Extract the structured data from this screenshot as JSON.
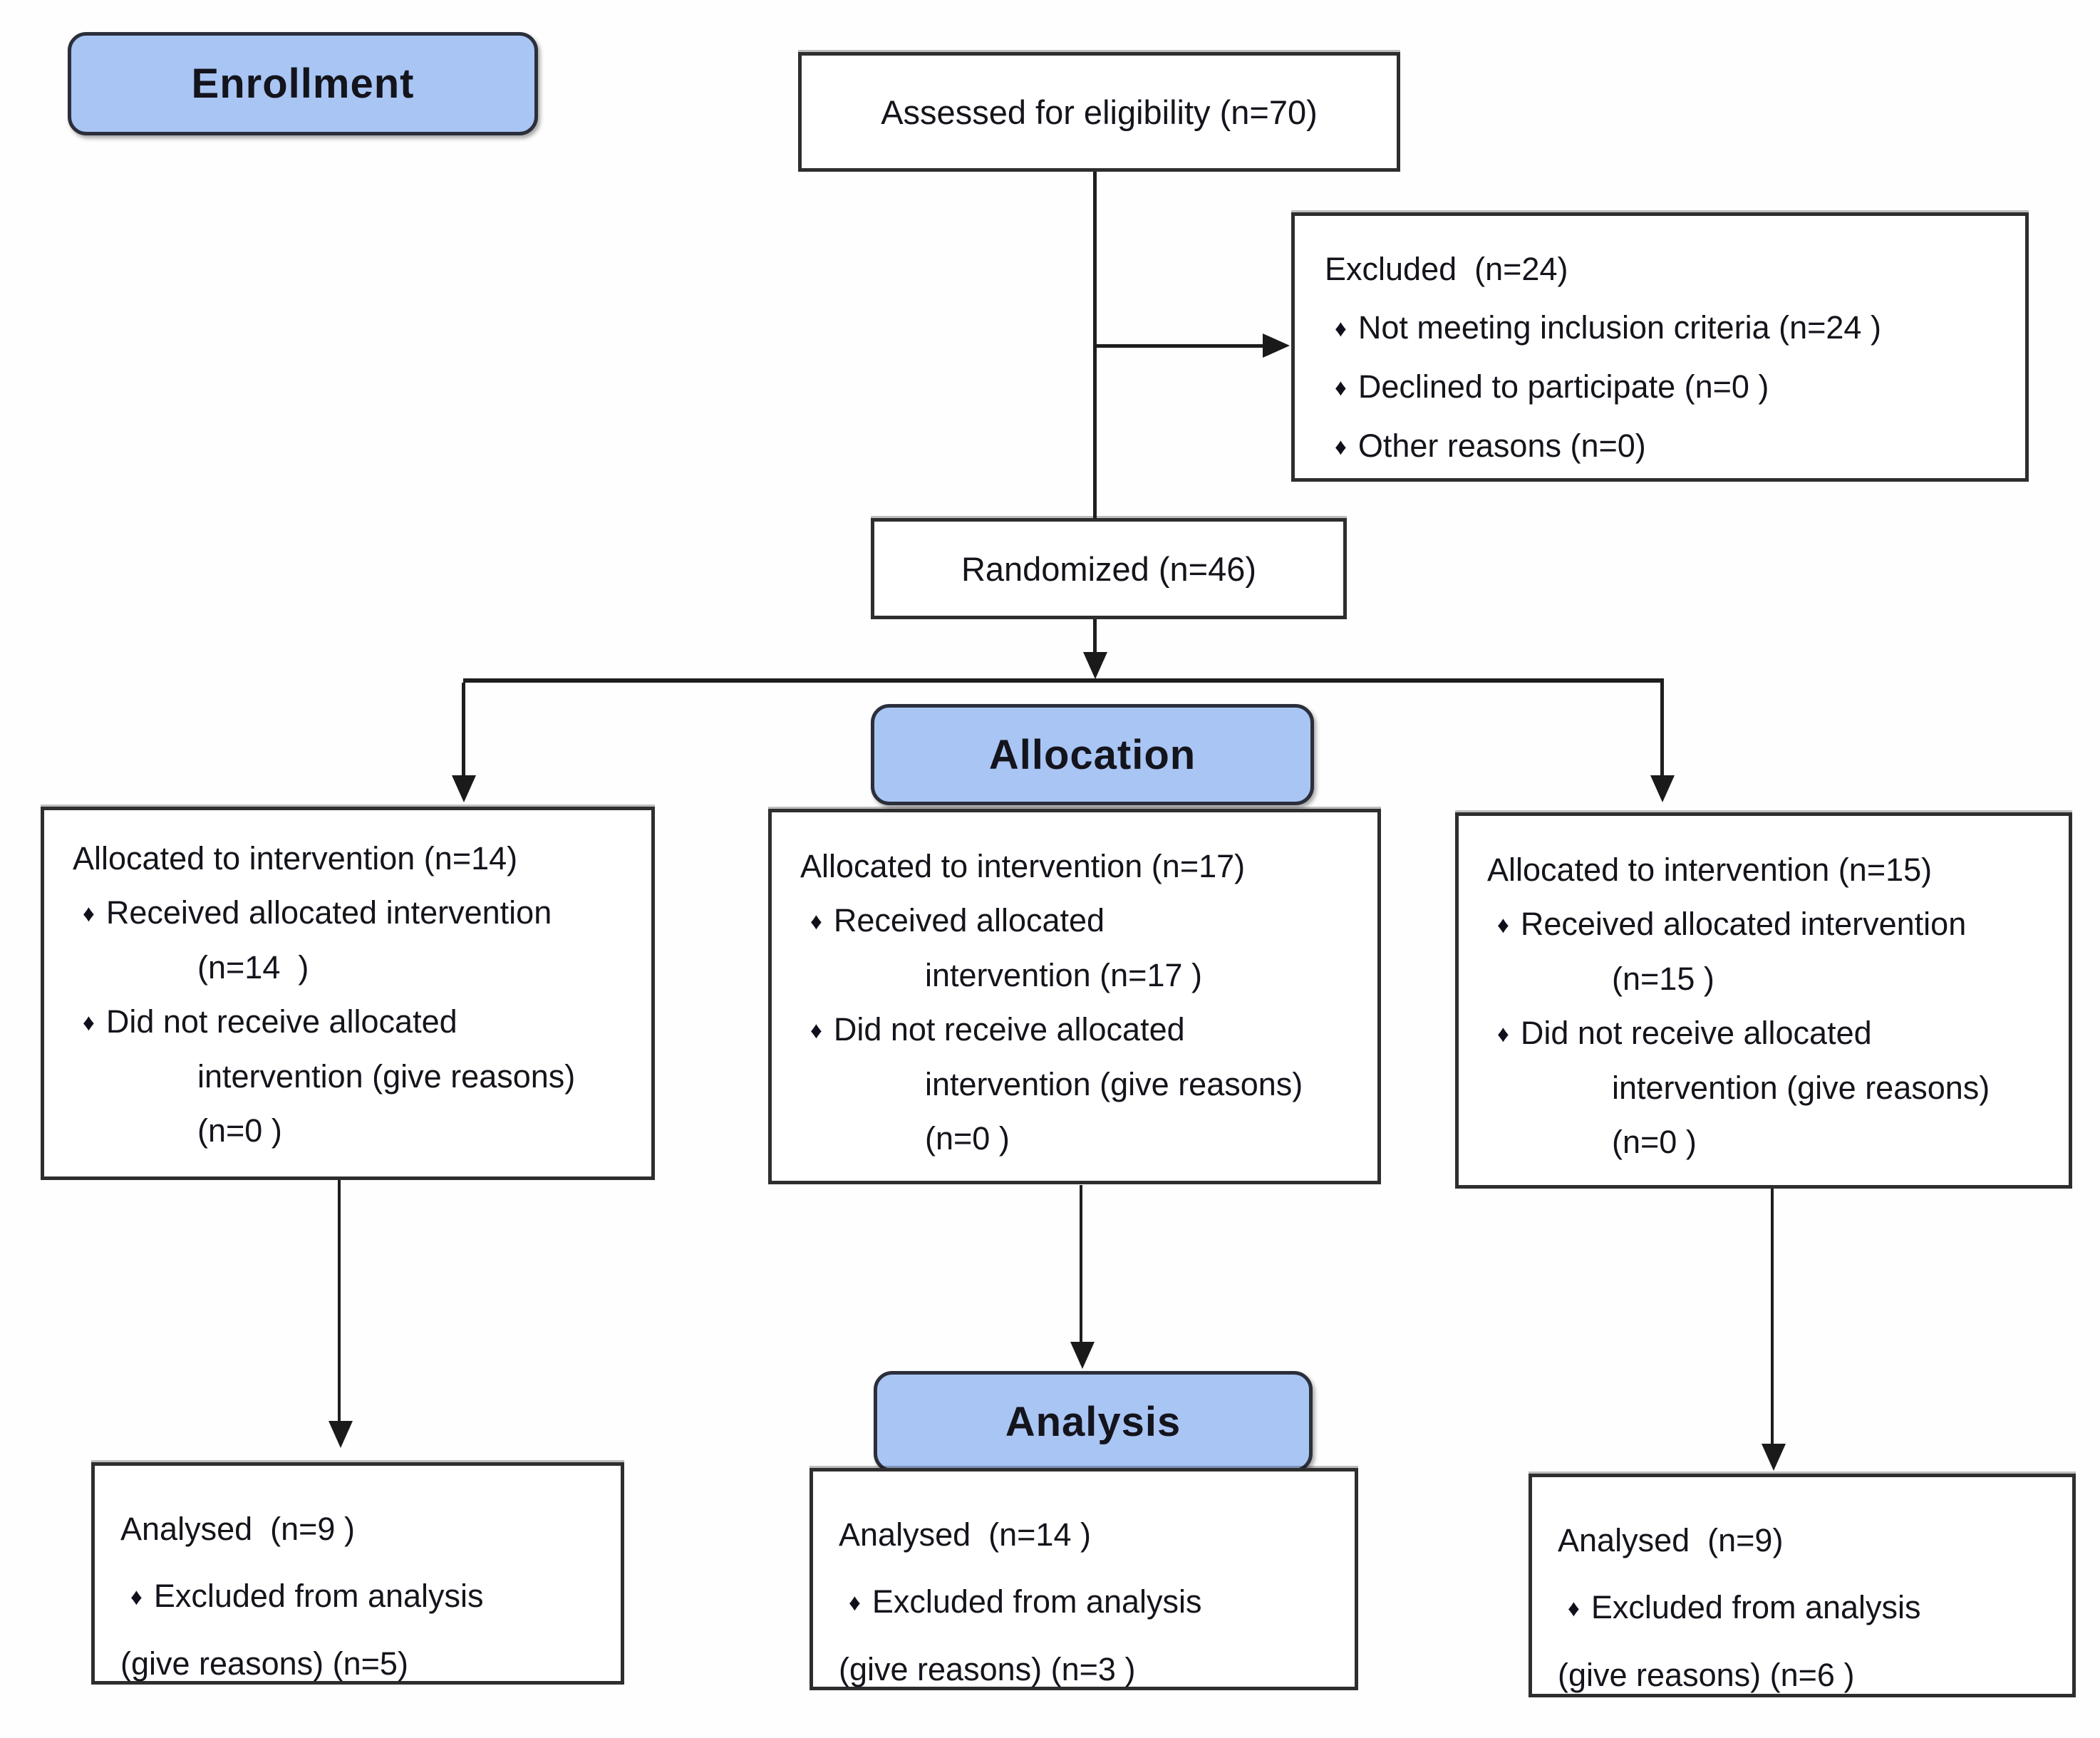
{
  "diagram_title": "CONSORT participant flow diagram",
  "glyphs": {
    "bullet": "♦"
  },
  "colors": {
    "stage_fill": "#a9c5f4",
    "stage_text": "#4d7fc6",
    "stage_border": "#2b2f3b",
    "box_border": "#2e2e2e",
    "body_text": "#14141c",
    "arrow": "#1a1a1a",
    "background": "#fefefe"
  },
  "stages": {
    "enrollment": "Enrollment",
    "allocation": "Allocation",
    "analysis": "Analysis"
  },
  "boxes": {
    "assessed": {
      "text": "Assessed for eligibility (n=70)"
    },
    "excluded": {
      "title": "Excluded  (n=24)",
      "items": [
        "Not meeting inclusion criteria (n=24 )",
        "Declined to participate (n=0 )",
        "Other reasons (n=0)"
      ]
    },
    "randomized": {
      "text": "Randomized (n=46)"
    },
    "alloc_left": {
      "title": "Allocated to intervention (n=14)",
      "b1_l1": "Received allocated intervention",
      "b1_l2": "(n=14  )",
      "b2_l1": "Did not receive allocated",
      "b2_l2": "intervention (give reasons)",
      "b2_l3": "(n=0 )"
    },
    "alloc_mid": {
      "title": "Allocated to intervention (n=17)",
      "b1_l1": "Received allocated",
      "b1_l2": "intervention (n=17 )",
      "b2_l1": "Did not receive allocated",
      "b2_l2": "intervention (give reasons)",
      "b2_l3": "(n=0 )"
    },
    "alloc_right": {
      "title": "Allocated to intervention (n=15)",
      "b1_l1": "Received allocated intervention",
      "b1_l2": "(n=15 )",
      "b2_l1": "Did not receive allocated",
      "b2_l2": "intervention (give reasons)",
      "b2_l3": "(n=0 )"
    },
    "analysed_left": {
      "title": "Analysed  (n=9 )",
      "bullet_line": "Excluded from analysis",
      "line3": "(give reasons) (n=5)"
    },
    "analysed_mid": {
      "title": "Analysed  (n=14 )",
      "bullet_line": "Excluded from analysis",
      "line3": "(give reasons) (n=3 )"
    },
    "analysed_right": {
      "title": "Analysed  (n=9)",
      "bullet_line": "Excluded from analysis",
      "line3": "(give reasons) (n=6 )"
    }
  }
}
